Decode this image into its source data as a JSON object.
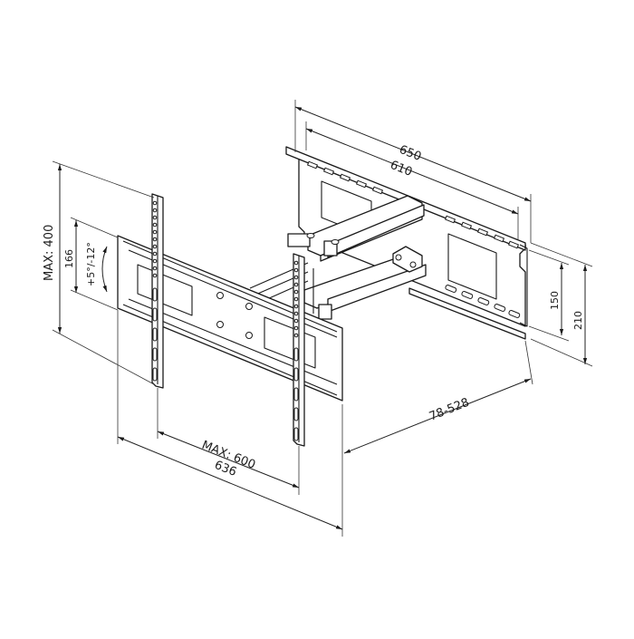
{
  "diagram": {
    "subject": "Full-motion TV wall mount technical drawing",
    "colors": {
      "line": "#1a1a1a",
      "background": "#ffffff"
    },
    "dimensions": {
      "wall_plate_outer_width": "650",
      "wall_plate_inner_width": "610",
      "vesa_max_vertical": "MAX: 400",
      "tv_bracket_height": "166",
      "tilt_range": "+5°/-12°",
      "wall_plate_hole_spacing": "150",
      "wall_plate_height": "210",
      "vesa_max_horizontal": "MAX: 600",
      "tv_bracket_width": "636",
      "wall_distance_range": "78-528"
    }
  }
}
